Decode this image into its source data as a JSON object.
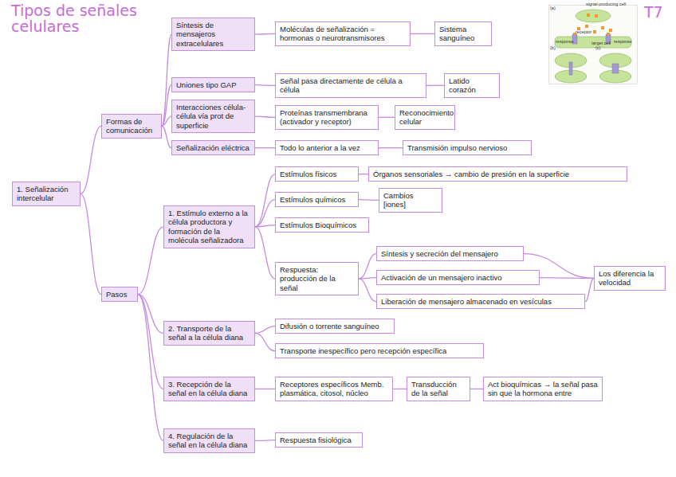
{
  "diagram": {
    "title": "Tipos de señales celulares",
    "nodes": [
      {
        "text": [
          "1. Señalización intercelular"
        ]
      },
      {
        "text": [
          "Formas de comunicación"
        ]
      },
      {
        "text": [
          "Síntesis de mensajeros extracelulares"
        ]
      },
      {
        "text": [
          "Moléculas de señalización = hormonas o neurotransmisores"
        ]
      },
      {
        "text": [
          "Sistema sanguíneo"
        ]
      },
      {
        "text": [
          "Uniones tipo GAP"
        ]
      },
      {
        "text": [
          "Señal pasa directamente de célula a célula"
        ]
      },
      {
        "text": [
          "Latido corazón"
        ]
      },
      {
        "text": [
          "Interacciones célula-célula vía prot de superficie"
        ]
      },
      {
        "text": [
          "Proteínas transmembrana (activador y receptor)"
        ]
      },
      {
        "text": [
          "Reconocimiento celular"
        ]
      },
      {
        "text": [
          "Señalización eléctrica"
        ]
      },
      {
        "text": [
          "Todo lo anterior a la vez"
        ]
      },
      {
        "text": [
          "Transmisión impulso nervioso"
        ]
      },
      {
        "text": [
          "Pasos"
        ]
      },
      {
        "text": [
          "1. Estímulo externo a la célula productora y formación de la molécula señalizadora"
        ]
      },
      {
        "text": [
          "Estímulos físicos"
        ]
      },
      {
        "text": [
          "Órganos sensoriales → cambio de presión en la superficie"
        ]
      },
      {
        "text": [
          "Estímulos químicos"
        ]
      },
      {
        "text": [
          "Cambios [iones]"
        ]
      },
      {
        "text": [
          "Estímulos Bioquímicos"
        ]
      },
      {
        "text": [
          "Respuesta: producción de la señal"
        ]
      },
      {
        "text": [
          "Síntesis y secreción del mensajero"
        ]
      },
      {
        "text": [
          "Activación de un mensajero inactivo"
        ]
      },
      {
        "text": [
          "Liberación de mensajero almacenado en vesículas"
        ]
      },
      {
        "text": [
          "Los diferencia la velocidad"
        ]
      },
      {
        "text": [
          "2. Transporte de la señal a la célula diana"
        ]
      },
      {
        "text": [
          "Difusión o torrente sanguíneo"
        ]
      },
      {
        "text": [
          "Transporte inespecífico pero recepción específica"
        ]
      },
      {
        "text": [
          "3. Recepción de la señal en la célula diana"
        ]
      },
      {
        "text": [
          "Receptores específicos Memb. plasmática, citosol, núcleo"
        ]
      },
      {
        "text": [
          "Transducción de la señal"
        ]
      },
      {
        "text": [
          "Act bioquímicas → la señal pasa sin que la hormona entre"
        ]
      },
      {
        "text": [
          "4. Regulación de la señal en la célula diana"
        ]
      },
      {
        "text": [
          "Respuesta fisiológica"
        ]
      }
    ],
    "edges": [
      {
        "from": 0,
        "to": 1,
        "arrow": "none"
      },
      {
        "from": 0,
        "to": 14,
        "arrow": "none"
      },
      {
        "from": 1,
        "to": 2,
        "arrow": "none"
      },
      {
        "from": 1,
        "to": 5,
        "arrow": "none"
      },
      {
        "from": 1,
        "to": 8,
        "arrow": "none"
      },
      {
        "from": 1,
        "to": 11,
        "arrow": "none"
      },
      {
        "from": 2,
        "to": 3,
        "arrow": "none"
      },
      {
        "from": 3,
        "to": 4,
        "arrow": "none"
      },
      {
        "from": 5,
        "to": 6,
        "arrow": "none"
      },
      {
        "from": 6,
        "to": 7,
        "arrow": "none"
      },
      {
        "from": 8,
        "to": 9,
        "arrow": "none"
      },
      {
        "from": 9,
        "to": 10,
        "arrow": "none"
      },
      {
        "from": 11,
        "to": 12,
        "arrow": "none"
      },
      {
        "from": 12,
        "to": 13,
        "arrow": "none"
      },
      {
        "from": 14,
        "to": 15,
        "arrow": "none"
      },
      {
        "from": 14,
        "to": 26,
        "arrow": "none"
      },
      {
        "from": 14,
        "to": 29,
        "arrow": "none"
      },
      {
        "from": 14,
        "to": 33,
        "arrow": "none"
      },
      {
        "from": 15,
        "to": 16,
        "arrow": "none"
      },
      {
        "from": 15,
        "to": 18,
        "arrow": "none"
      },
      {
        "from": 15,
        "to": 20,
        "arrow": "none"
      },
      {
        "from": 15,
        "to": 21,
        "arrow": "none"
      },
      {
        "from": 16,
        "to": 17,
        "arrow": "none"
      },
      {
        "from": 18,
        "to": 19,
        "arrow": "none"
      },
      {
        "from": 21,
        "to": 22,
        "arrow": "none"
      },
      {
        "from": 21,
        "to": 23,
        "arrow": "none"
      },
      {
        "from": 21,
        "to": 24,
        "arrow": "none"
      },
      {
        "from": 22,
        "to": 25,
        "arrow": "none"
      },
      {
        "from": 23,
        "to": 25,
        "arrow": "none"
      },
      {
        "from": 24,
        "to": 25,
        "arrow": "none"
      },
      {
        "from": 26,
        "to": 27,
        "arrow": "none"
      },
      {
        "from": 26,
        "to": 28,
        "arrow": "none"
      },
      {
        "from": 29,
        "to": 30,
        "arrow": "none"
      },
      {
        "from": 30,
        "to": 31,
        "arrow": "none"
      },
      {
        "from": 31,
        "to": 32,
        "arrow": "none"
      },
      {
        "from": 33,
        "to": 34,
        "arrow": "none"
      }
    ],
    "labels": [
      "T7",
      "(a)",
      "(b)",
      "(c)",
      "signal-producing cell",
      "receptor",
      "target cell",
      "response",
      "response"
    ]
  }
}
